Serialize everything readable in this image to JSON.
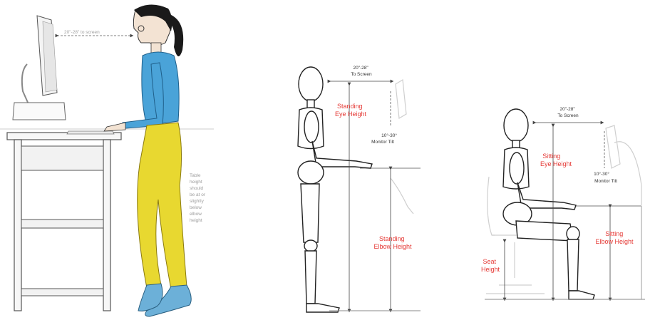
{
  "panel1": {
    "distance_label": "20\"-28\" to screen",
    "table_note": [
      "Table",
      "height",
      "should",
      "be at or",
      "slightly",
      "below",
      "elbow",
      "height"
    ]
  },
  "panel2": {
    "distance_label": [
      "20\"-28\"",
      "To Screen"
    ],
    "eye_label": [
      "Standing",
      "Eye Height"
    ],
    "monitor_label": [
      "10°-30°",
      "Monitor Tilt"
    ],
    "elbow_label": [
      "Standing",
      "Elbow Height"
    ]
  },
  "panel3": {
    "distance_label": [
      "20\"-28\"",
      "To Screen"
    ],
    "eye_label": [
      "Sitting",
      "Eye Height"
    ],
    "monitor_label": [
      "10°-30°",
      "Monitor Tilt"
    ],
    "elbow_label": [
      "Sitting",
      "Elbow Height"
    ],
    "seat_label": [
      "Seat",
      "Height"
    ]
  },
  "colors": {
    "accent_red": "#e53935",
    "shirt": "#4aa3d8",
    "pants": "#e8d830",
    "shoes": "#6cb0d8",
    "hair": "#1a1a1a",
    "desk": "#f7f7f7"
  }
}
